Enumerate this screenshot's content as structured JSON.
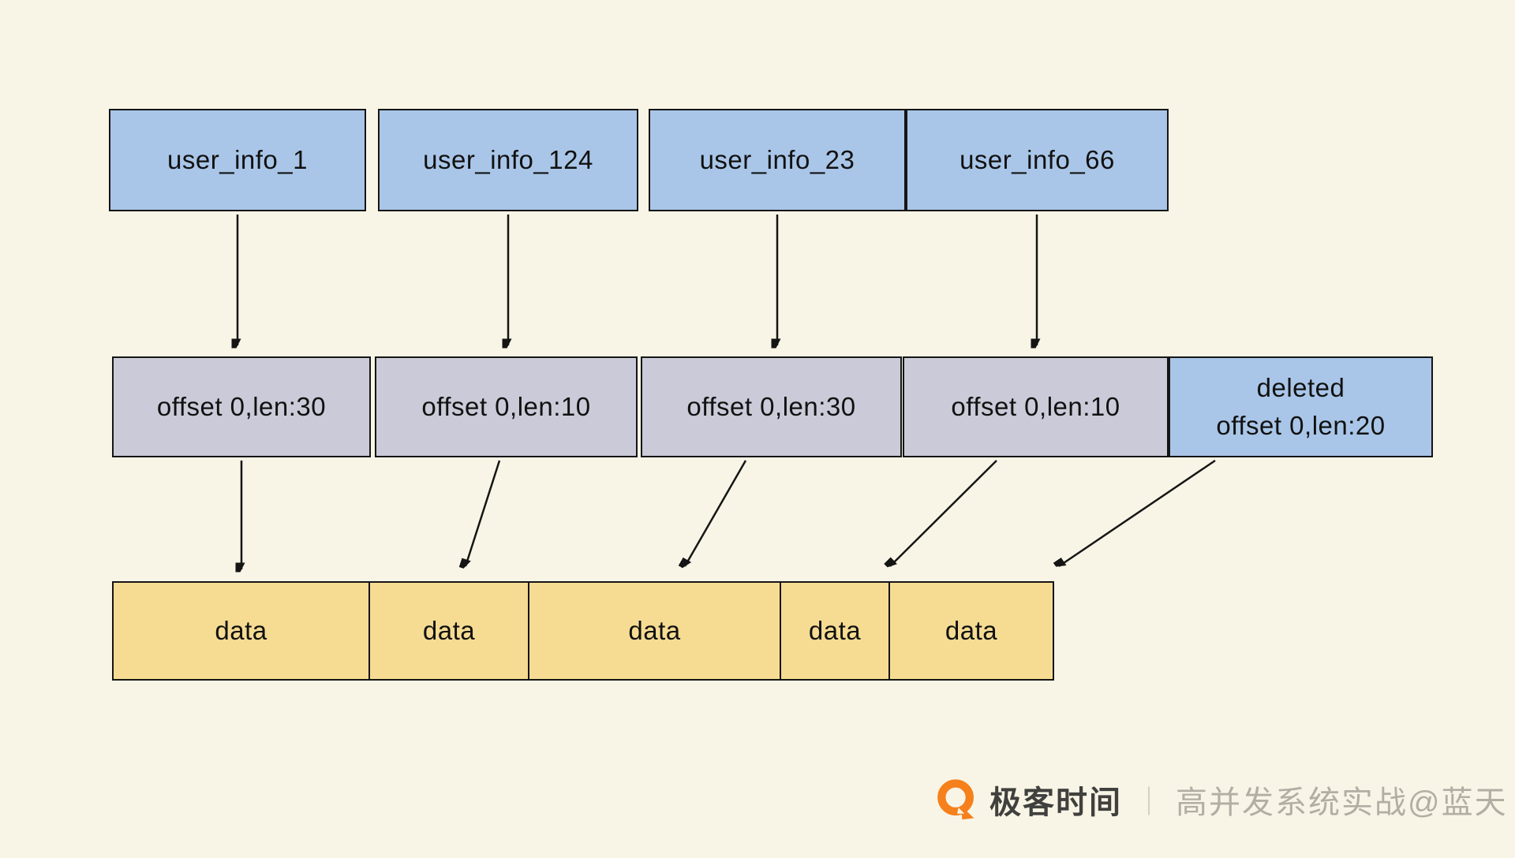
{
  "colors": {
    "background": "#f8f5e6",
    "key_box": "#a9c6e8",
    "index_box": "#cbcad8",
    "deleted_box": "#a9c6e8",
    "data_box": "#f6dc92",
    "border": "#151515",
    "logo_orange": "#f5801c"
  },
  "keys": [
    {
      "label": "user_info_1"
    },
    {
      "label": "user_info_124"
    },
    {
      "label": "user_info_23"
    },
    {
      "label": "user_info_66"
    }
  ],
  "index_entries": [
    {
      "label": "offset 0,len:30"
    },
    {
      "label": "offset 0,len:10"
    },
    {
      "label": "offset 0,len:30"
    },
    {
      "label": "offset 0,len:10"
    },
    {
      "label_line1": "deleted",
      "label_line2": "offset 0,len:20",
      "deleted": true
    }
  ],
  "data_blocks": [
    {
      "label": "data"
    },
    {
      "label": "data"
    },
    {
      "label": "data"
    },
    {
      "label": "data"
    },
    {
      "label": "data"
    }
  ],
  "footer": {
    "brand": "极客时间",
    "separator": "｜",
    "credit": "高并发系统实战@蓝天"
  }
}
